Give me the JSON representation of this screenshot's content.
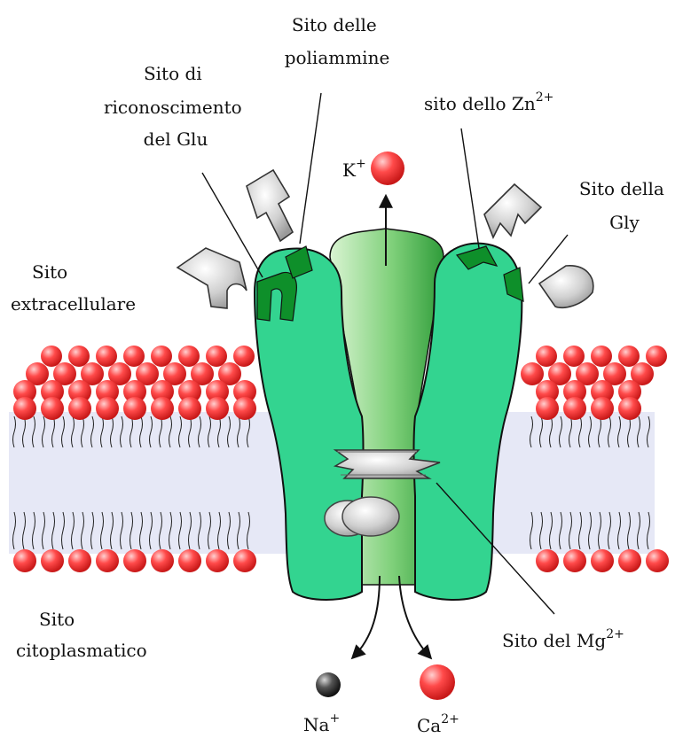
{
  "labels": {
    "polyamine_site": [
      "Sito delle",
      "poliammine"
    ],
    "glu_site": [
      "Sito di",
      "riconoscimento",
      "del Glu"
    ],
    "zn_site": {
      "text": "sito dello Zn",
      "sup": "2+"
    },
    "gly_site": [
      "Sito della",
      "Gly"
    ],
    "extracellular": [
      "Sito",
      "extracellulare"
    ],
    "cytoplasmic": [
      "Sito",
      "citoplasmatico"
    ],
    "mg_site": {
      "text": "Sito del Mg",
      "sup": "2+"
    },
    "k_ion": {
      "text": "K",
      "sup": "+"
    },
    "na_ion": {
      "text": "Na",
      "sup": "+"
    },
    "ca_ion": {
      "text": "Ca",
      "sup": "2+"
    }
  },
  "colors": {
    "protein_fill": "#33d490",
    "protein_dark": "#0e8f2a",
    "channel_light": "#c8ecc0",
    "lipid_head": "#ee2a2a",
    "membrane_core": "#e6e8f6",
    "ligand_gray": "#d6d6d6",
    "na_ion": "#2c2c2c"
  }
}
